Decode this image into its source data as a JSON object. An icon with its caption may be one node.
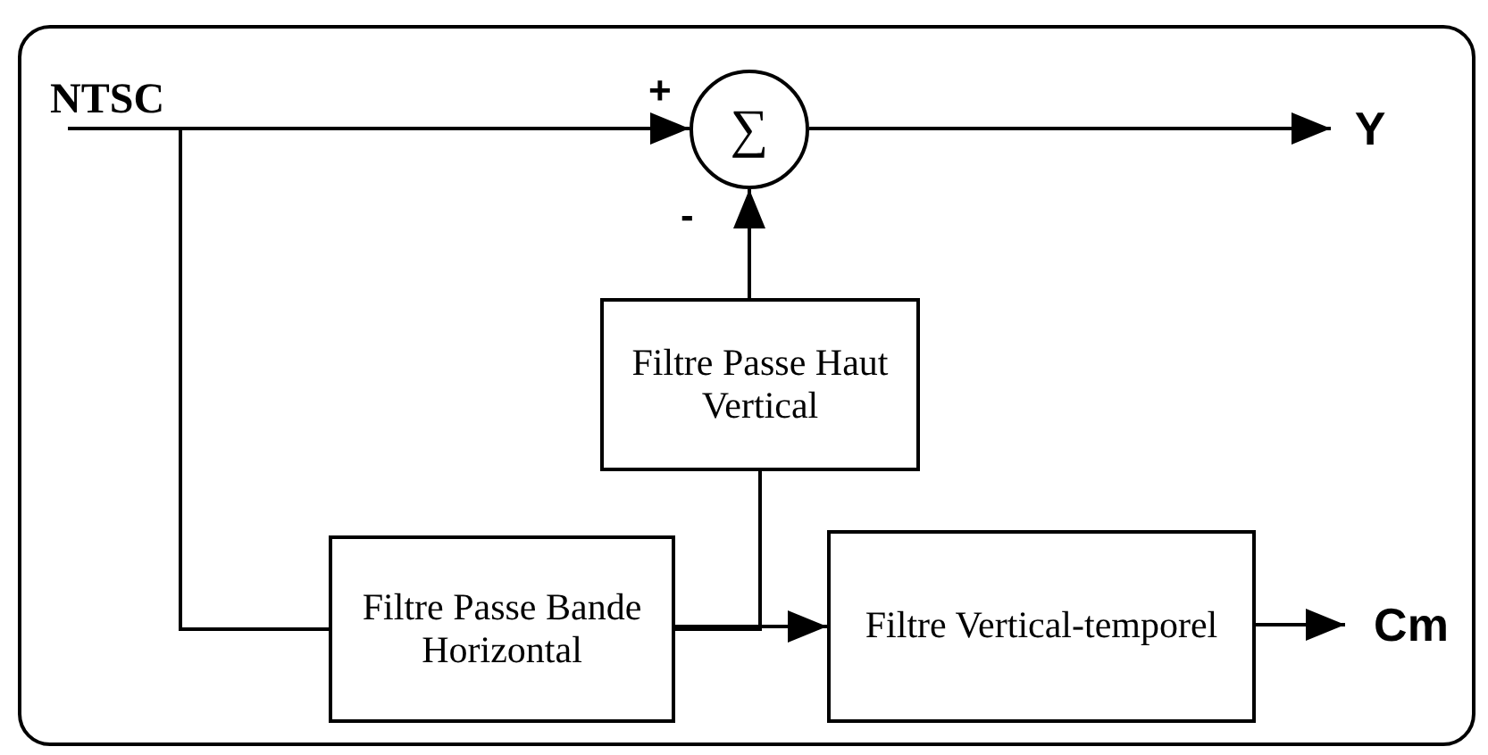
{
  "diagram": {
    "nodes": [
      {
        "text": [
          "NTSC"
        ]
      },
      {
        "text": [
          "∑"
        ]
      },
      {
        "text": [
          "Y"
        ]
      },
      {
        "text": [
          "Filtre Passe Haut Vertical"
        ]
      },
      {
        "text": [
          "Filtre Passe Bande Horizontal"
        ]
      },
      {
        "text": [
          "Filtre Vertical-temporel"
        ]
      },
      {
        "text": [
          "Cm"
        ]
      }
    ],
    "edges": [
      {
        "from": 0,
        "to": 1,
        "arrow": "to",
        "label": "+"
      },
      {
        "from": 1,
        "to": 2,
        "arrow": "to"
      },
      {
        "from": 0,
        "to": 4,
        "arrow": "none"
      },
      {
        "from": 4,
        "to": 5,
        "arrow": "to"
      },
      {
        "from": 4,
        "to": 3,
        "arrow": "none"
      },
      {
        "from": 3,
        "to": 1,
        "arrow": "to",
        "label": "-"
      },
      {
        "from": 5,
        "to": 6,
        "arrow": "to"
      }
    ]
  }
}
